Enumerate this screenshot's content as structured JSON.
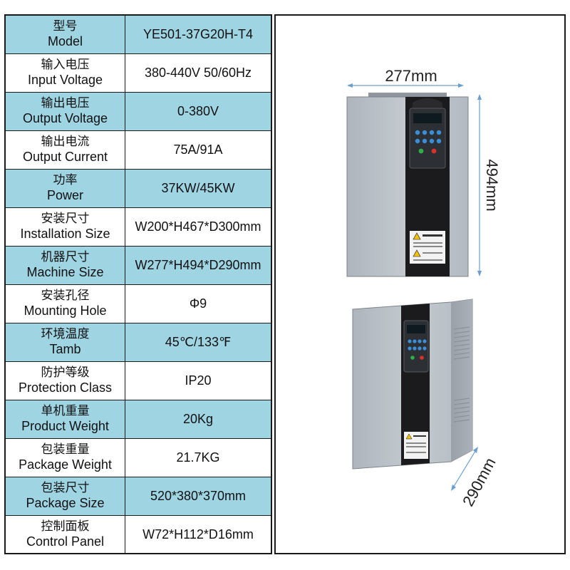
{
  "specs": [
    {
      "cn": "型号",
      "en": "Model",
      "value": "YE501-37G20H-T4"
    },
    {
      "cn": "输入电压",
      "en": "Input Voltage",
      "value": "380-440V 50/60Hz"
    },
    {
      "cn": "输出电压",
      "en": "Output Voltage",
      "value": "0-380V"
    },
    {
      "cn": "输出电流",
      "en": "Output Current",
      "value": "75A/91A"
    },
    {
      "cn": "功率",
      "en": "Power",
      "value": "37KW/45KW"
    },
    {
      "cn": "安装尺寸",
      "en": "Installation Size",
      "value": "W200*H467*D300mm"
    },
    {
      "cn": "机器尺寸",
      "en": "Machine Size",
      "value": "W277*H494*D290mm"
    },
    {
      "cn": "安装孔径",
      "en": "Mounting Hole",
      "value": "Φ9"
    },
    {
      "cn": "环境温度",
      "en": "Tamb",
      "value": "45℃/133℉"
    },
    {
      "cn": "防护等级",
      "en": "Protection Class",
      "value": "IP20"
    },
    {
      "cn": "单机重量",
      "en": "Product Weight",
      "value": "20Kg"
    },
    {
      "cn": "包装重量",
      "en": "Package Weight",
      "value": "21.7KG"
    },
    {
      "cn": "包装尺寸",
      "en": "Package Size",
      "value": "520*380*370mm"
    },
    {
      "cn": "控制面板",
      "en": "Control Panel",
      "value": "W72*H112*D16mm"
    }
  ],
  "dimensions": {
    "width": "277mm",
    "height": "494mm",
    "depth": "290mm"
  },
  "colors": {
    "shaded_row": "#9fd4e3",
    "device_body": "#b9c0c7",
    "front_strip": "#1b1b1d"
  }
}
